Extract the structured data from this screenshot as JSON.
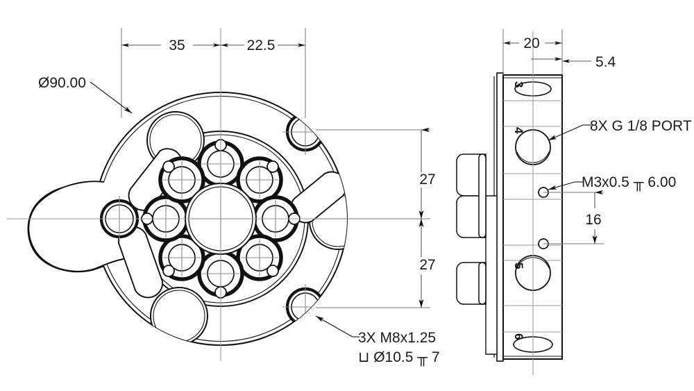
{
  "drawing": {
    "type": "engineering-drawing",
    "views": [
      {
        "name": "front-view",
        "description": "circular manifold face"
      },
      {
        "name": "side-view",
        "description": "side section of manifold block"
      }
    ]
  },
  "dimensions": {
    "top_left_1": "35",
    "top_left_2": "22.5",
    "side_width": "20",
    "side_offset": "5.4",
    "vertical_upper": "27",
    "vertical_lower": "27",
    "m3_spacing": "16"
  },
  "notes": {
    "outer_diameter": "Ø90.00",
    "port_callout": "8X G 1/8 PORT",
    "m3_callout": "M3x0.5 ╥ 6.00",
    "bolt_callout_line1": "3X M8x1.25",
    "bolt_callout_line2": "⊔ Ø10.5 ╥ 7"
  },
  "balloons": {
    "b3": "3",
    "b4": "4",
    "b5": "5",
    "b6": "6"
  },
  "colors": {
    "line": "#111111",
    "thin": "#555555",
    "center": "#8a8a8a",
    "background": "#ffffff"
  }
}
